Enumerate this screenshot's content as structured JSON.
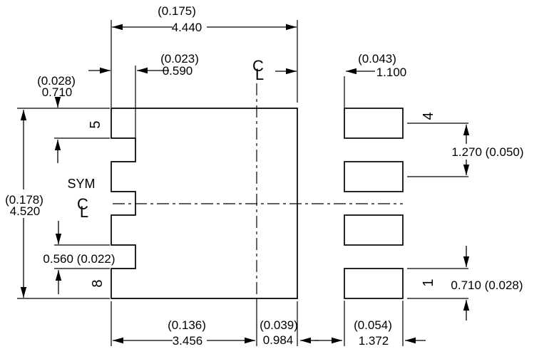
{
  "drawing": {
    "sym_label": "SYM",
    "centerline": {
      "c": "C",
      "l": "L"
    },
    "pins": {
      "p5": "5",
      "p8": "8",
      "p4": "4",
      "p1": "1"
    },
    "dims": {
      "body_width": {
        "in": "(0.175)",
        "mm": "4.440"
      },
      "lead_length": {
        "in": "(0.023)",
        "mm": "0.590"
      },
      "pad_clearance": {
        "in": "(0.043)",
        "mm": "1.100"
      },
      "pad5_width": {
        "in": "(0.028)",
        "mm": "0.710"
      },
      "body_height": {
        "in": "(0.178)",
        "mm": "4.520"
      },
      "pad_gap": {
        "label": "0.560 (0.022)"
      },
      "pitch": {
        "label": "1.270 (0.050)"
      },
      "pad1_width": {
        "label": "0.710 (0.028)"
      },
      "left_to_center": {
        "in": "(0.136)",
        "mm": "3.456"
      },
      "center_to_edge": {
        "in": "(0.039)",
        "mm": "0.984"
      },
      "right_pad_width": {
        "in": "(0.054)",
        "mm": "1.372"
      }
    }
  }
}
